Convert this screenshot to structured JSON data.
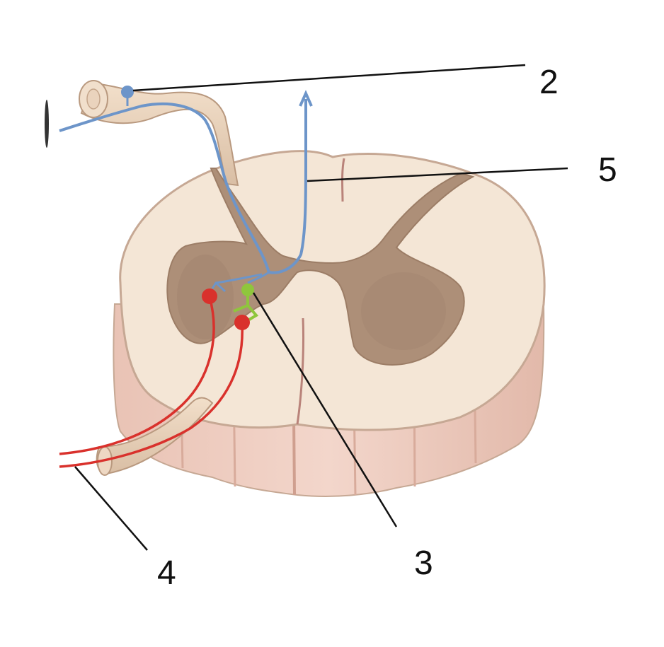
{
  "labels": {
    "two": "2",
    "five": "5",
    "three": "3",
    "four": "4"
  },
  "colors": {
    "background": "#ffffff",
    "white_matter": "#f4e6d6",
    "gray_matter": "#ad8f78",
    "column_side": "#ecc9bd",
    "outline": "#c6a894",
    "sensory_neuron": "#6d95c9",
    "motor_neuron": "#d9312c",
    "interneuron": "#8fc63c",
    "leader_line": "#111111"
  }
}
